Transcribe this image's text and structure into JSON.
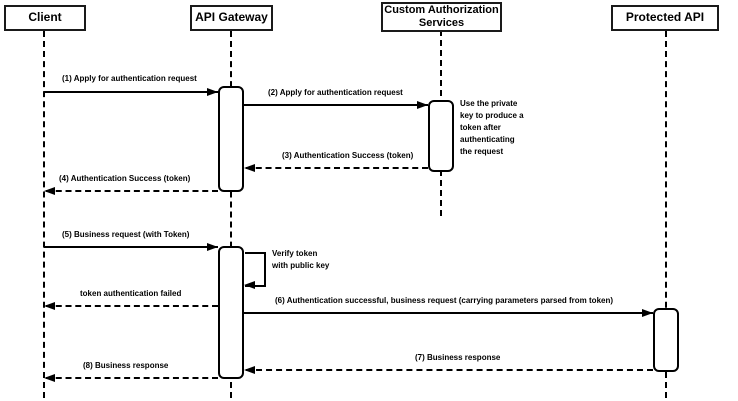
{
  "diagram": {
    "type": "sequence-diagram",
    "subject": "API Gateway token authentication flow",
    "colors": {
      "background": "#ffffff",
      "line": "#000000",
      "box_border": "#1a1a1a",
      "text": "#000000"
    },
    "actors": [
      {
        "label": "Client"
      },
      {
        "label": "API Gateway"
      },
      {
        "label": "Custom Authorization Services"
      },
      {
        "label": "Protected API"
      }
    ],
    "messages": [
      {
        "label": "(1) Apply for authentication request",
        "from": "Client",
        "to": "API Gateway",
        "line": "solid"
      },
      {
        "label": "(2) Apply for authentication request",
        "from": "API Gateway",
        "to": "Custom Authorization Services",
        "line": "solid"
      },
      {
        "label": "(3) Authentication Success (token)",
        "from": "Custom Authorization Services",
        "to": "API Gateway",
        "line": "dashed"
      },
      {
        "label": "(4) Authentication Success (token)",
        "from": "API Gateway",
        "to": "Client",
        "line": "dashed"
      },
      {
        "label": "(5) Business request (with Token)",
        "from": "Client",
        "to": "API Gateway",
        "line": "solid"
      },
      {
        "label": "token authentication failed",
        "from": "API Gateway",
        "to": "Client",
        "line": "dashed"
      },
      {
        "label": "(6) Authentication successful, business request (carrying parameters parsed from token)",
        "from": "API Gateway",
        "to": "Protected API",
        "line": "solid"
      },
      {
        "label": "(7) Business response",
        "from": "Protected API",
        "to": "API Gateway",
        "line": "dashed"
      },
      {
        "label": "(8) Business response",
        "from": "API Gateway",
        "to": "Client",
        "line": "dashed"
      }
    ],
    "self_message": {
      "target": "API Gateway",
      "lines": [
        "Verify token",
        "with public key"
      ]
    },
    "note": {
      "attached_to": "Custom Authorization Services",
      "lines": [
        "Use the private",
        "key to produce a",
        "token after",
        "authenticating",
        "the request"
      ]
    }
  }
}
